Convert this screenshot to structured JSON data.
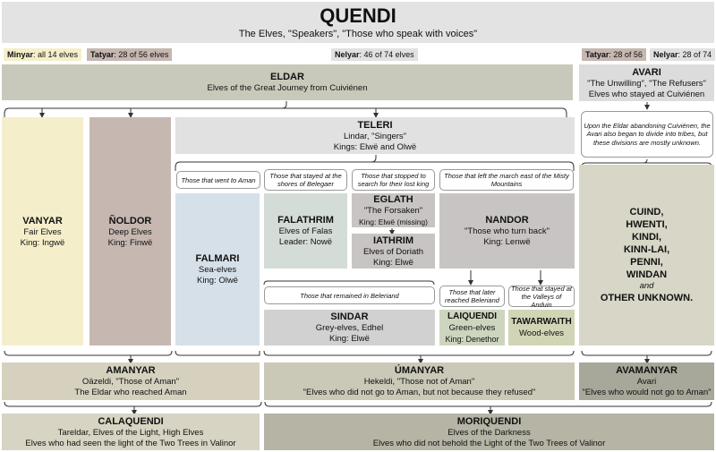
{
  "header": {
    "title": "QUENDI",
    "subtitle": "The Elves, \"Speakers\", \"Those who speak with voices\""
  },
  "counts": {
    "minyar": {
      "label": "Minyar",
      "value": "all 14 elves"
    },
    "tatyar_left": {
      "label": "Tatyar",
      "value": "28 of 56 elves"
    },
    "nelyar_mid": {
      "label": "Nelyar",
      "value": "46 of 74 elves"
    },
    "tatyar_right": {
      "label": "Tatyar",
      "value": "28 of 56"
    },
    "nelyar_right": {
      "label": "Nelyar",
      "value": "28 of 74"
    }
  },
  "eldar": {
    "name": "ELDAR",
    "desc": "Elves of the Great Journey from Cuiviénen"
  },
  "avari": {
    "name": "AVARI",
    "alias": "\"The Unwilling\", \"The Refusers\"",
    "desc": "Elves who stayed at Cuiviénen"
  },
  "avari_note": "Upon the Eldar abandoning Cuiviénen, the Avari also began to divide into tribes, but these divisions are mostly unknown.",
  "avari_tribes": {
    "t1": "CUIND",
    "t2": "HWENTI",
    "t3": "KINDI",
    "t4": "KINN-LAI",
    "t5": "PENNI",
    "t6": "WINDAN",
    "and": "and",
    "t7": "OTHER UNKNOWN"
  },
  "vanyar": {
    "name": "VANYAR",
    "alias": "Fair Elves",
    "king": "King: Ingwë"
  },
  "noldor": {
    "name": "ÑOLDOR",
    "alias": "Deep Elves",
    "king": "King: Finwë"
  },
  "teleri": {
    "name": "TELERI",
    "alias": "Lindar, \"Singers\"",
    "kings": "Kings: Elwë and Olwë"
  },
  "notes": {
    "aman": "Those that went to Aman",
    "belegaer": "Those that stayed at the shores of Belegaer",
    "lostking": "Those that stopped to search for their lost king",
    "misty": "Those that left the march east of the Misty Mountains",
    "beleriand": "Those that remained in Beleriand",
    "laterbeleriand": "Those that later reached Beleriand",
    "anduin": "Those that stayed at the Valleys of Anduin"
  },
  "falmari": {
    "name": "FALMARI",
    "alias": "Sea-elves",
    "king": "King: Olwë"
  },
  "falathrim": {
    "name": "FALATHRIM",
    "alias": "Elves of Falas",
    "leader": "Leader: Nowë"
  },
  "eglath": {
    "name": "EGLATH",
    "alias": "\"The Forsaken\"",
    "king": "King: Elwë (missing)"
  },
  "iathrim": {
    "name": "IATHRIM",
    "alias": "Elves of Doriath",
    "king": "King: Elwë"
  },
  "nandor": {
    "name": "NANDOR",
    "alias": "\"Those who turn back\"",
    "king": "King: Lenwë"
  },
  "sindar": {
    "name": "SINDAR",
    "alias": "Grey-elves, Edhel",
    "king": "King: Elwë"
  },
  "laiquendi": {
    "name": "LAIQUENDI",
    "alias": "Green-elves",
    "king": "King: Denethor"
  },
  "tawarwaith": {
    "name": "TAWARWAITH",
    "alias": "Wood-elves"
  },
  "amanyar": {
    "name": "AMANYAR",
    "alias": "Oäzeldi, \"Those of Aman\"",
    "desc": "The Eldar who reached Aman"
  },
  "umanyar": {
    "name": "ÚMANYAR",
    "alias": "Hekeldi, \"Those not of Aman\"",
    "desc": "\"Elves who did not go to Aman, but not because they refused\""
  },
  "avamanyar": {
    "name": "AVAMANYAR",
    "alias": "Avari",
    "desc": "\"Elves who would not go to Aman\""
  },
  "calaquendi": {
    "name": "CALAQUENDI",
    "alias": "Tareldar, Elves of the Light, High Elves",
    "desc": "Elves who had seen the light of the Two Trees in Valinor"
  },
  "moriquendi": {
    "name": "MORIQUENDI",
    "alias": "Elves of the Darkness",
    "desc": "Elves who did not behold the Light of the Two Trees of Valinor"
  },
  "colors": {
    "header": "#e3e3e3",
    "eldar": "#c9c9bb",
    "vanyar": "#f4efca",
    "noldor": "#c6b7b1",
    "teleri": "#e1e1e1",
    "falmari": "#d6e0e8",
    "falathrim": "#d4dcd7",
    "nandor": "#c8c4c3",
    "sindar": "#d1d1d1",
    "laiquendi": "#cdd5bf",
    "tawarwaith": "#d1d5b5",
    "avari": "#dcdcdc",
    "tribes": "#d7d6c7",
    "amanyar": "#d5d1be",
    "umanyar": "#cac8b6",
    "avamanyar": "#a7a79a",
    "calaquendi": "#d7d4c4",
    "moriquendi": "#b5b4a5",
    "count_minyar": "#f4efca",
    "count_tatyar": "#c6b7b1",
    "count_nelyar": "#e1e1e1"
  }
}
